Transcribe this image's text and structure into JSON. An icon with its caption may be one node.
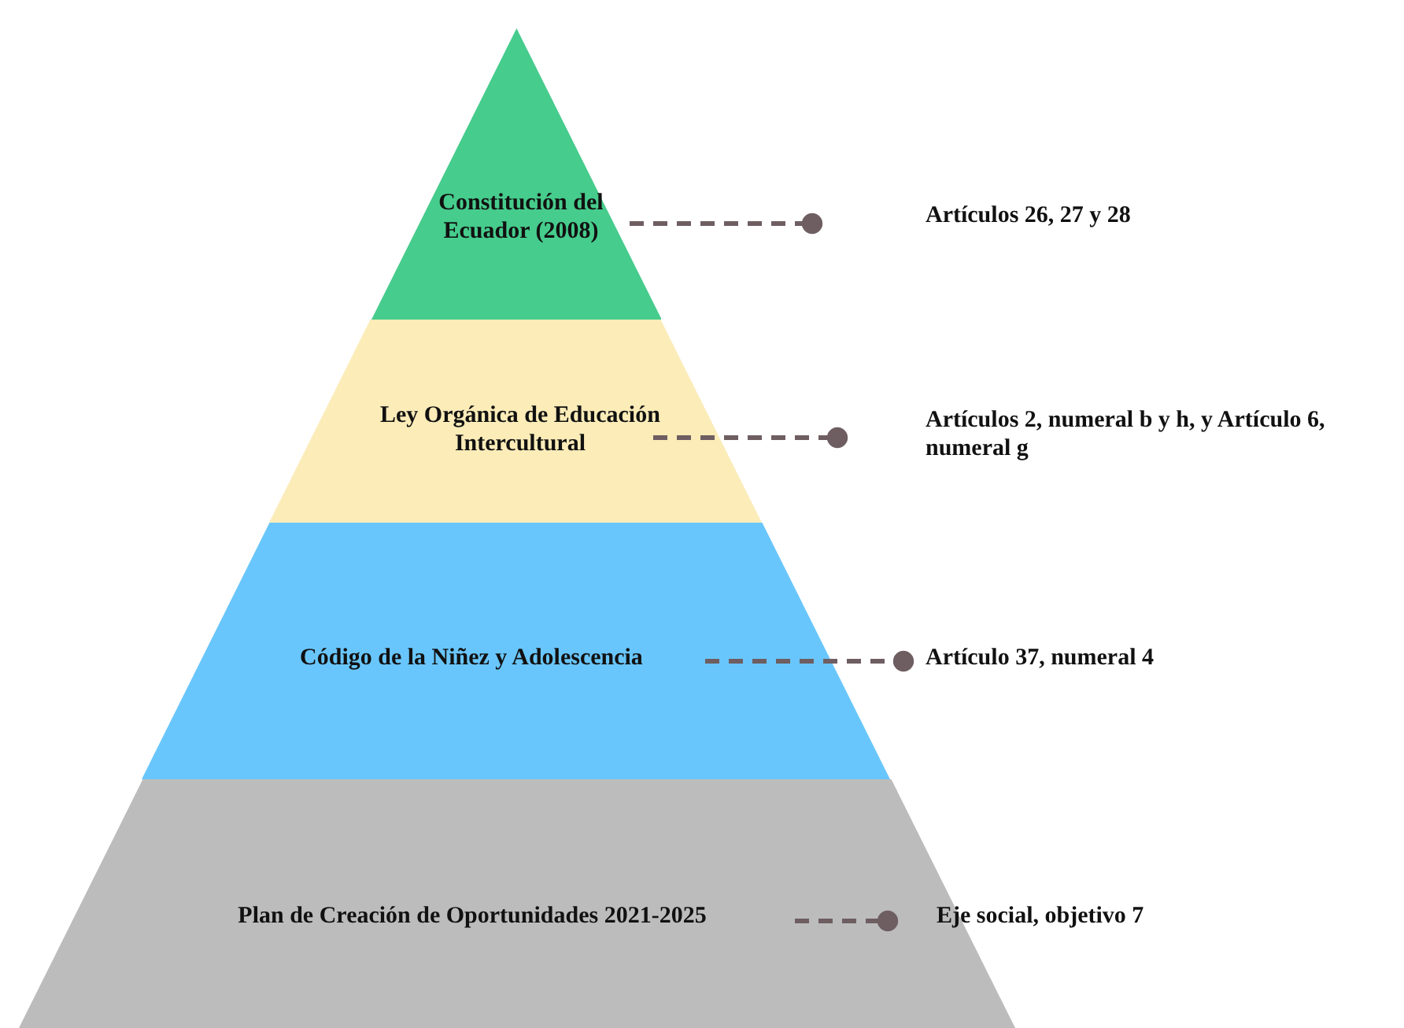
{
  "diagram": {
    "nodes": [
      {
        "text": [
          "Constitución del Ecuador (2008)"
        ]
      },
      {
        "text": [
          "Ley Orgánica de Educación Intercultural"
        ]
      },
      {
        "text": [
          "Código de la Niñez y Adolescencia"
        ]
      },
      {
        "text": [
          "Plan de Creación de Oportunidades 2021-2025"
        ]
      },
      {
        "text": [
          "Artículos 26, 27 y 28"
        ]
      },
      {
        "text": [
          "Artículos 2, numeral b y h, y Artículo 6, numeral g"
        ]
      },
      {
        "text": [
          "Artículo 37, numeral 4"
        ]
      },
      {
        "text": [
          "Eje social, objetivo 7"
        ]
      }
    ],
    "edges": [
      {
        "from": 0,
        "to": 4,
        "arrow": "other",
        "style": "dashed"
      },
      {
        "from": 1,
        "to": 5,
        "arrow": "other",
        "style": "dashed"
      },
      {
        "from": 2,
        "to": 6,
        "arrow": "other",
        "style": "dashed"
      },
      {
        "from": 3,
        "to": 7,
        "arrow": "other",
        "style": "dashed"
      }
    ]
  }
}
